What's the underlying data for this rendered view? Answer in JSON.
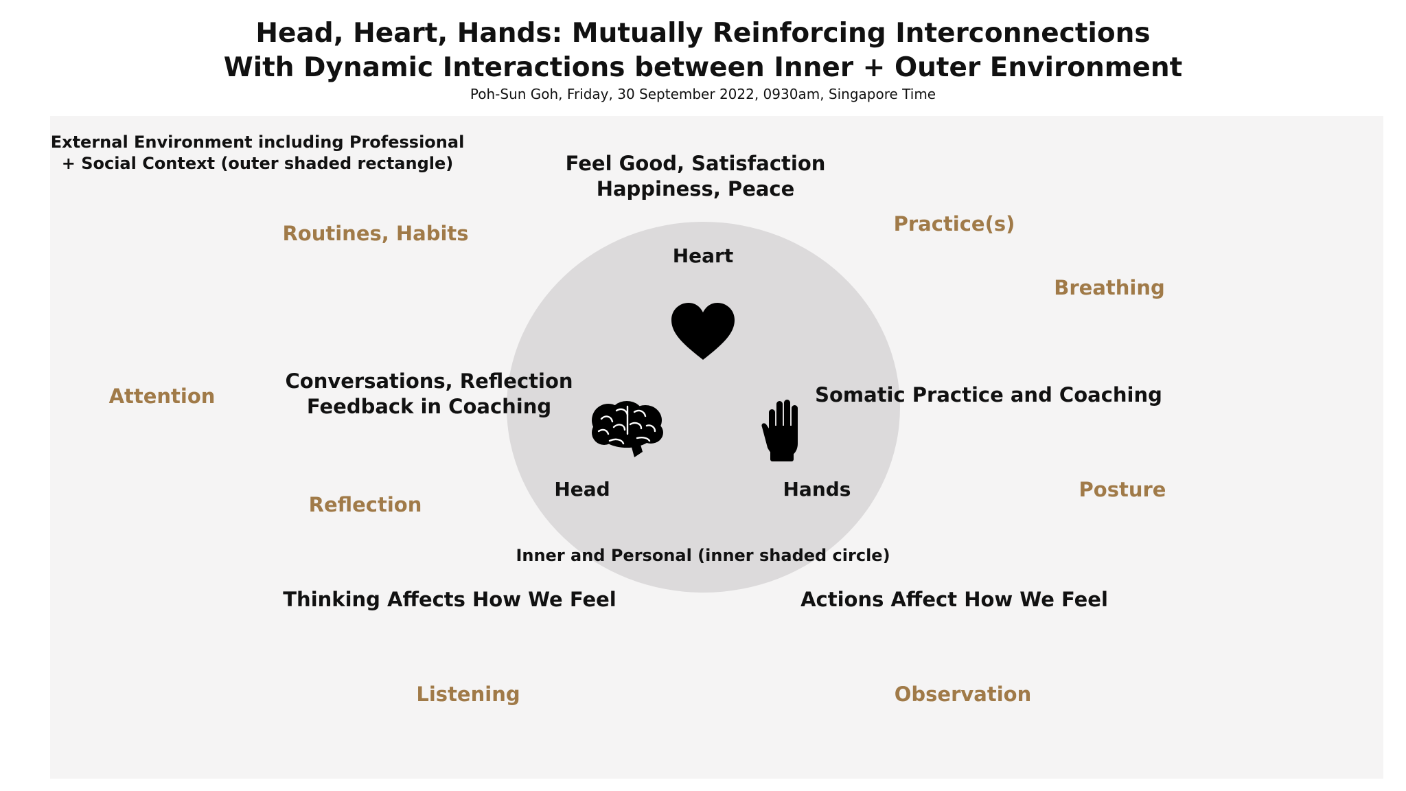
{
  "header": {
    "title_line1": "Head, Heart, Hands: Mutually Reinforcing Interconnections",
    "title_line2": "With Dynamic Interactions between Inner + Outer Environment",
    "byline": "Poh-Sun Goh, Friday, 30 September 2022, 0930am, Singapore Time"
  },
  "outer": {
    "label_line1": "External Environment including Professional",
    "label_line2": "+ Social Context (outer shaded rectangle)"
  },
  "inner": {
    "label": "Inner and Personal (inner shaded circle)"
  },
  "nodes": {
    "heart": "Heart",
    "head": "Head",
    "hands": "Hands"
  },
  "dark_labels": {
    "feel_good_line1": "Feel Good, Satisfaction",
    "feel_good_line2": "Happiness, Peace",
    "conversations_line1": "Conversations, Reflection",
    "conversations_line2": "Feedback in Coaching",
    "somatic": "Somatic Practice and Coaching",
    "thinking": "Thinking Affects How We Feel",
    "actions": "Actions Affect How We Feel"
  },
  "practice_labels": {
    "routines": "Routines, Habits",
    "practices": "Practice(s)",
    "breathing": "Breathing",
    "attention": "Attention",
    "reflection": "Reflection",
    "posture": "Posture",
    "listening": "Listening",
    "observation": "Observation"
  },
  "colors": {
    "outer_fill": "#f5f4f4",
    "inner_fill": "#dcdadb",
    "gold_text": "#a07a48",
    "dark_text": "#111111"
  },
  "icons": [
    "heart-icon",
    "brain-icon",
    "hand-icon"
  ]
}
